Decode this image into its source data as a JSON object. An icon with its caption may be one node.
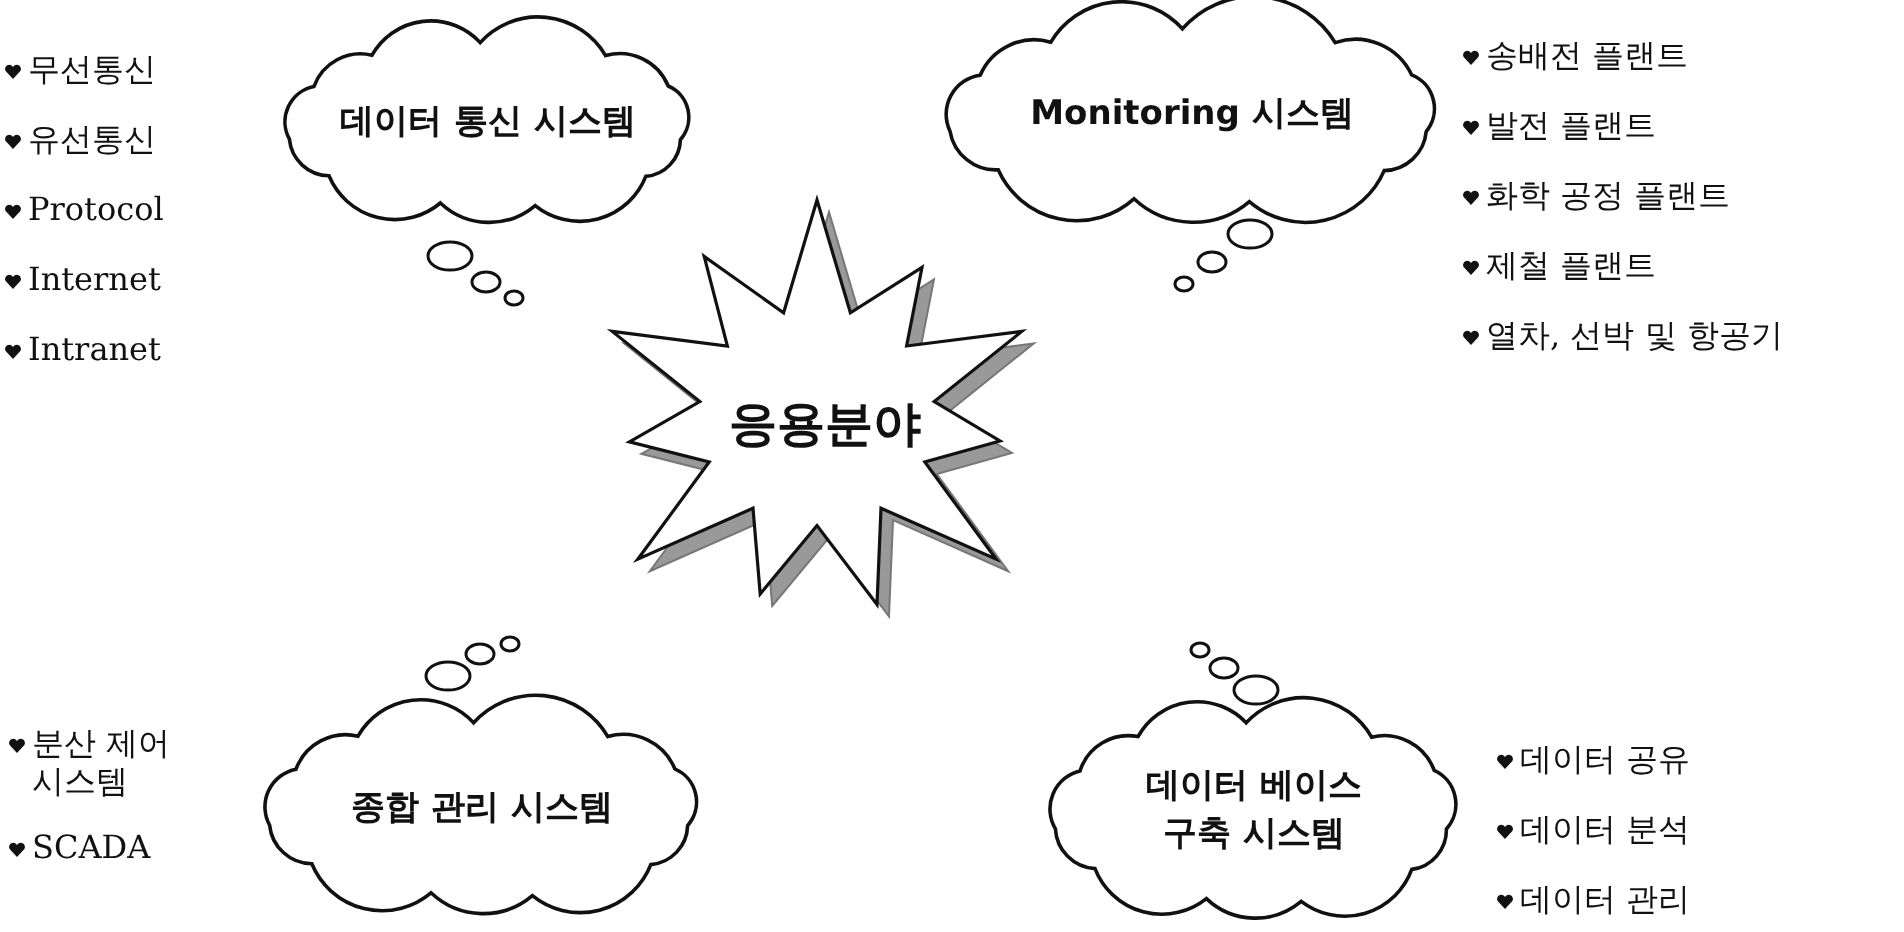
{
  "diagram": {
    "nodes": [
      {
        "text": [
          "데이터 통신 시스템"
        ],
        "beside": [
          "무선통신",
          "유선통신",
          "Protocol",
          "Internet",
          "Intranet"
        ]
      },
      {
        "text": [
          "Monitoring 시스템"
        ],
        "beside": [
          "송배전 플랜트",
          "발전 플랜트",
          "화학 공정 플랜트",
          "제철 플랜트",
          "열차, 선박 및 항공기"
        ]
      },
      {
        "text": [
          "응용분야"
        ]
      },
      {
        "text": [
          "종합 관리 시스템"
        ],
        "beside": [
          "분산 제어 시스템",
          "SCADA"
        ]
      },
      {
        "text": [
          "데이터 베이스 구축 시스템"
        ],
        "beside": [
          "데이터 공유",
          "데이터 분석",
          "데이터 관리"
        ]
      }
    ]
  }
}
